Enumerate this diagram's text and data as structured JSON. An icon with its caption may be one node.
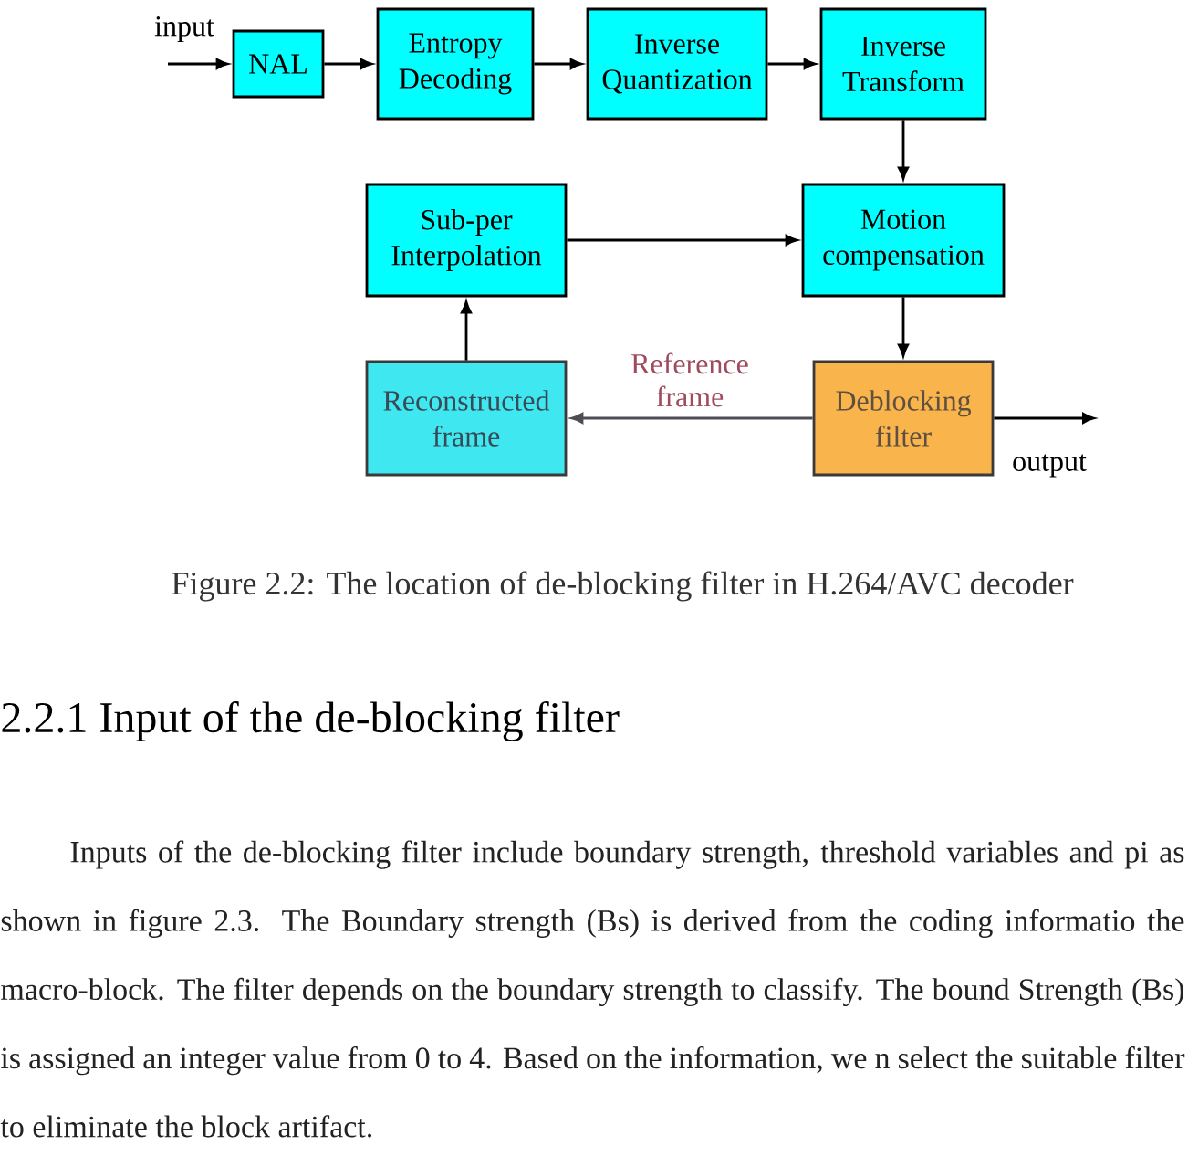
{
  "diagram": {
    "caption": "Figure 2.2: The location of de-blocking filter in H.264/AVC decoder",
    "nodes": [
      {
        "text": [
          "NAL"
        ]
      },
      {
        "text": [
          "Entropy Decoding"
        ]
      },
      {
        "text": [
          "Inverse Quantization"
        ]
      },
      {
        "text": [
          "Inverse Transform"
        ]
      },
      {
        "text": [
          "Sub-per Interpolation"
        ]
      },
      {
        "text": [
          "Motion compensation"
        ]
      },
      {
        "text": [
          "Reconstructed frame"
        ]
      },
      {
        "text": [
          "Deblocking filter"
        ]
      }
    ],
    "edges": [
      {
        "from": null,
        "to": 0,
        "arrow": "to",
        "label": "input"
      },
      {
        "from": 0,
        "to": 1,
        "arrow": "to"
      },
      {
        "from": 1,
        "to": 2,
        "arrow": "to"
      },
      {
        "from": 2,
        "to": 3,
        "arrow": "to"
      },
      {
        "from": 3,
        "to": 5,
        "arrow": "to"
      },
      {
        "from": 5,
        "to": 7,
        "arrow": "to"
      },
      {
        "from": 7,
        "to": 6,
        "arrow": "to",
        "label": "Reference frame",
        "color": "#4d4d55"
      },
      {
        "from": 6,
        "to": 4,
        "arrow": "to"
      },
      {
        "from": 4,
        "to": 5,
        "arrow": "to"
      },
      {
        "from": 7,
        "to": null,
        "arrow": "to",
        "label": "output"
      }
    ],
    "labels": [
      "2.2.1 Input of the de-blocking filter",
      "Inputs of the de-blocking filter include boundary strength, threshold variables and pi as shown in figure 2.3. The Boundary strength (Bs) is derived from the coding informatio the macro-block. The filter depends on the boundary strength to classify. The bound Strength (Bs) is assigned an integer value from 0 to 4. Based on the information, we n select the suitable filter to eliminate the block artifact."
    ]
  }
}
